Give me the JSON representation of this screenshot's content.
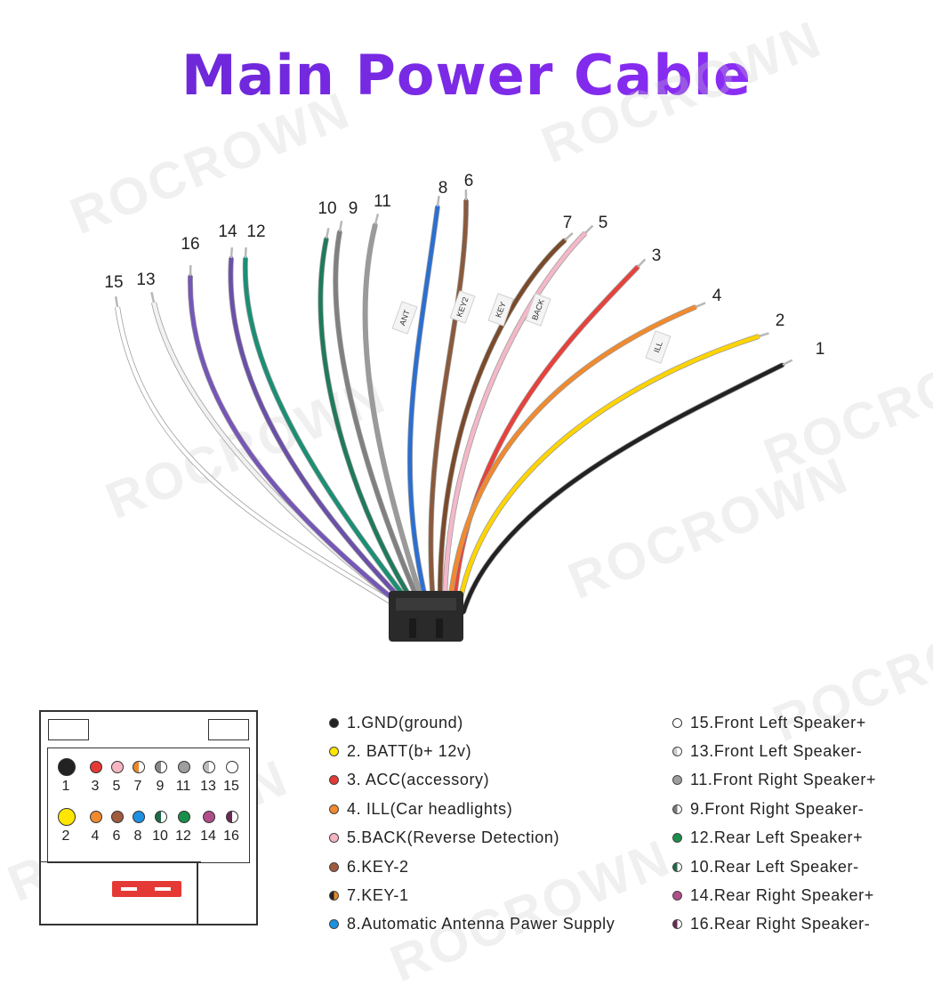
{
  "title": "Main Power Cable",
  "watermark": "ROCROWN",
  "wires": [
    {
      "label": "1",
      "color": "#222222"
    },
    {
      "label": "2",
      "color": "#ffd400"
    },
    {
      "label": "3",
      "color": "#e8413c"
    },
    {
      "label": "4",
      "color": "#f08a2e"
    },
    {
      "label": "5",
      "color": "#f4b8c8"
    },
    {
      "label": "6",
      "color": "#8b5a3c"
    },
    {
      "label": "7",
      "color": "#7a4a2a"
    },
    {
      "label": "8",
      "color": "#2c6fd1"
    },
    {
      "label": "9",
      "color": "#808080"
    },
    {
      "label": "10",
      "color": "#1f7a5c"
    },
    {
      "label": "11",
      "color": "#9a9a9a"
    },
    {
      "label": "12",
      "color": "#1a8f74"
    },
    {
      "label": "13",
      "color": "#f2f2f2"
    },
    {
      "label": "14",
      "color": "#6a50a8"
    },
    {
      "label": "15",
      "color": "#ffffff"
    },
    {
      "label": "16",
      "color": "#7656b8"
    }
  ],
  "wire_tags": [
    "ANT",
    "KEY2",
    "KEY",
    "BACK",
    "ILL"
  ],
  "pinout": {
    "top_row": [
      "1",
      "3",
      "5",
      "7",
      "9",
      "11",
      "13",
      "15"
    ],
    "bottom_row": [
      "2",
      "4",
      "6",
      "8",
      "10",
      "12",
      "14",
      "16"
    ]
  },
  "legend_left": [
    {
      "text": "1.GND(ground)",
      "color": "#222222"
    },
    {
      "text": "2. BATT(b+ 12v)",
      "color": "#ffe600"
    },
    {
      "text": "3. ACC(accessory)",
      "color": "#e53935"
    },
    {
      "text": "4. ILL(Car headlights)",
      "color": "#f08a2e"
    },
    {
      "text": "5.BACK(Reverse Detection)",
      "color": "#f7b5c2"
    },
    {
      "text": "6.KEY-2",
      "color": "#a05a3c"
    },
    {
      "text": "7.KEY-1",
      "color": "#e8872a"
    },
    {
      "text": "8.Automatic Antenna Pawer Supply",
      "color": "#1e90e0"
    }
  ],
  "legend_right": [
    {
      "text": "15.Front Left Speaker+",
      "color": "#ffffff"
    },
    {
      "text": "13.Front Left Speaker-",
      "color": "#cccccc"
    },
    {
      "text": "11.Front Right Speaker+",
      "color": "#9e9e9e"
    },
    {
      "text": "9.Front Right Speaker-",
      "color": "#7a7a7a"
    },
    {
      "text": "12.Rear Left Speaker+",
      "color": "#1a8f4a"
    },
    {
      "text": "10.Rear Left Speaker-",
      "color": "#1f6b47"
    },
    {
      "text": "14.Rear Right Speaker+",
      "color": "#b04d8a"
    },
    {
      "text": "16.Rear Right Speaker-",
      "color": "#6a2a55"
    }
  ]
}
